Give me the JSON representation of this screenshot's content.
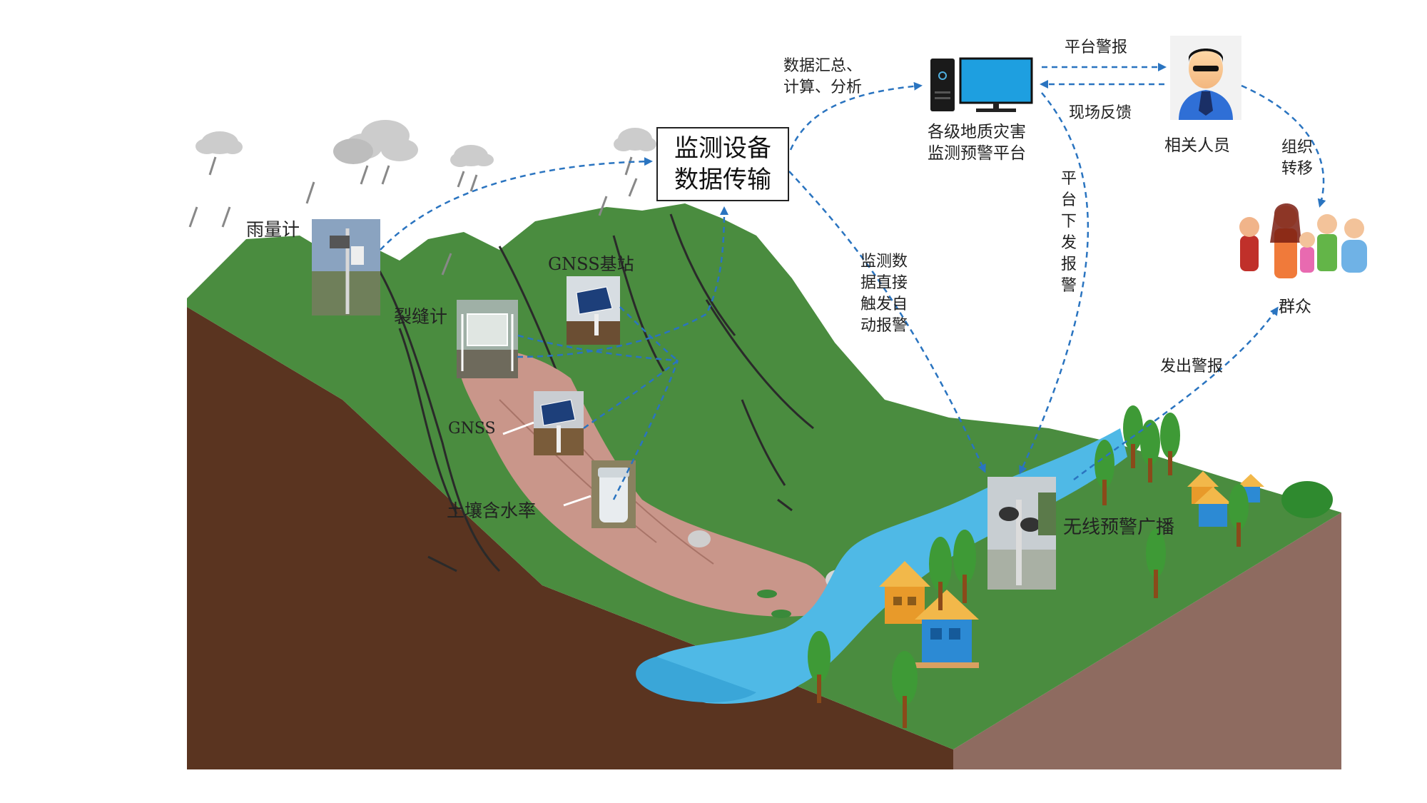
{
  "title_box": {
    "line1": "监测设备",
    "line2": "数据传输"
  },
  "instruments": {
    "rain_gauge": "雨量计",
    "crack_meter": "裂缝计",
    "gnss_base": "GNSS基站",
    "gnss": "GNSS",
    "soil_moisture": "土壤含水率",
    "broadcast": "无线预警广播"
  },
  "platform": {
    "line1": "各级地质灾害",
    "line2": "监测预警平台"
  },
  "people": {
    "staff": "相关人员",
    "public": "群众"
  },
  "flows": {
    "aggregate_line1": "数据汇总、",
    "aggregate_line2": "计算、分析",
    "platform_alert": "平台警报",
    "field_feedback": "现场反馈",
    "organize_line1": "组织",
    "organize_line2": "转移",
    "platform_issue": "平台下发报警",
    "direct_trigger_line1": "监测数",
    "direct_trigger_line2": "据直接",
    "direct_trigger_line3": "触发自",
    "direct_trigger_line4": "动报警",
    "send_alert": "发出警报"
  },
  "colors": {
    "mountain": "#4a8c3f",
    "soil": "#5a3420",
    "ground_side": "#8e6b60",
    "slide": "#c9968a",
    "river": "#4fb9e6",
    "arrow": "#2a74c0",
    "monitor": "#1e9fe0"
  }
}
